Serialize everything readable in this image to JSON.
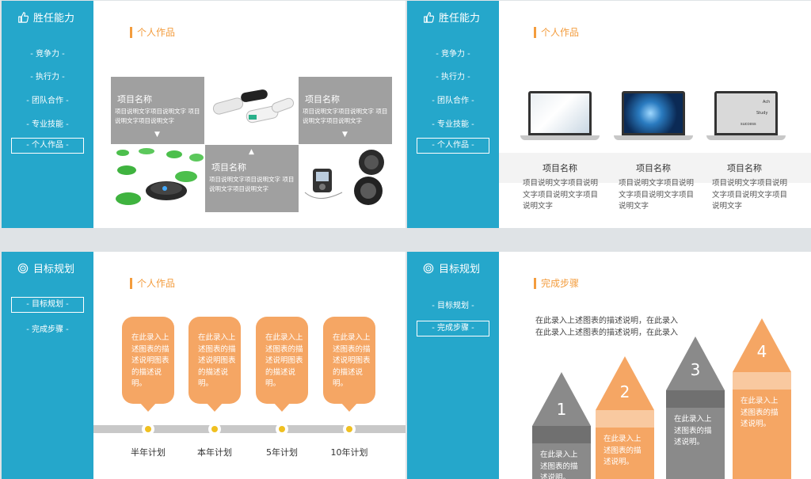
{
  "slide1": {
    "sidebar_title": "胜任能力",
    "nav": [
      "- 竞争力 -",
      "- 执行力 -",
      "- 团队合作 -",
      "- 专业技能 -",
      "- 个人作品 -"
    ],
    "active_index": 4,
    "section": "个人作品",
    "tile_top_left": {
      "name": "项目名称",
      "desc": "项目说明文字项目说明文字 项目说明文字项目说明文字"
    },
    "tile_top_right": {
      "name": "项目名称",
      "desc": "项目说明文字项目说明文字 项目说明文字项目说明文字"
    },
    "tile_bottom_mid": {
      "name": "项目名称",
      "desc": "项目说明文字项目说明文字 项目说明文字项目说明文字"
    },
    "arrow_down": "▼",
    "arrow_up": "▲"
  },
  "slide2": {
    "sidebar_title": "胜任能力",
    "nav": [
      "- 竞争力 -",
      "- 执行力 -",
      "- 团队合作 -",
      "- 专业技能 -",
      "- 个人作品 -"
    ],
    "active_index": 4,
    "section": "个人作品",
    "projects": [
      {
        "name": "项目名称",
        "desc": "项目说明文字项目说明文字项目说明文字项目说明文字"
      },
      {
        "name": "项目名称",
        "desc": "项目说明文字项目说明文字项目说明文字项目说明文字"
      },
      {
        "name": "项目名称",
        "desc": "项目说明文字项目说明文字项目说明文字项目说明文字"
      }
    ],
    "screen3_texts": [
      "Study",
      "success",
      "Ach"
    ]
  },
  "slide3": {
    "sidebar_title": "目标规划",
    "nav": [
      "- 目标规划 -",
      "- 完成步骤 -"
    ],
    "active_index": 0,
    "section": "个人作品",
    "bubbles": [
      "在此录入上述图表的描述说明图表的描述说明。",
      "在此录入上述图表的描述说明图表的描述说明。",
      "在此录入上述图表的描述说明图表的描述说明。",
      "在此录入上述图表的描述说明图表的描述说明。"
    ],
    "plans": [
      "半年计划",
      "本年计划",
      "5年计划",
      "10年计划"
    ]
  },
  "slide4": {
    "sidebar_title": "目标规划",
    "nav": [
      "- 目标规划 -",
      "- 完成步骤 -"
    ],
    "active_index": 1,
    "section": "完成步骤",
    "intro": [
      "在此录入上述图表的描述说明，在此录入",
      "在此录入上述图表的描述说明，在此录入"
    ],
    "steps": [
      {
        "num": "1",
        "text": "在此录入上述图表的描述说明。"
      },
      {
        "num": "2",
        "text": "在此录入上述图表的描述说明。"
      },
      {
        "num": "3",
        "text": "在此录入上述图表的描述说明。"
      },
      {
        "num": "4",
        "text": "在此录入上述图表的描述说明。"
      }
    ]
  },
  "colors": {
    "sidebar": "#25a7cb",
    "accent": "#f39c3d",
    "tile": "#a0a0a0",
    "step_gray": "#8a8a8a",
    "step_orange": "#f5a664"
  }
}
